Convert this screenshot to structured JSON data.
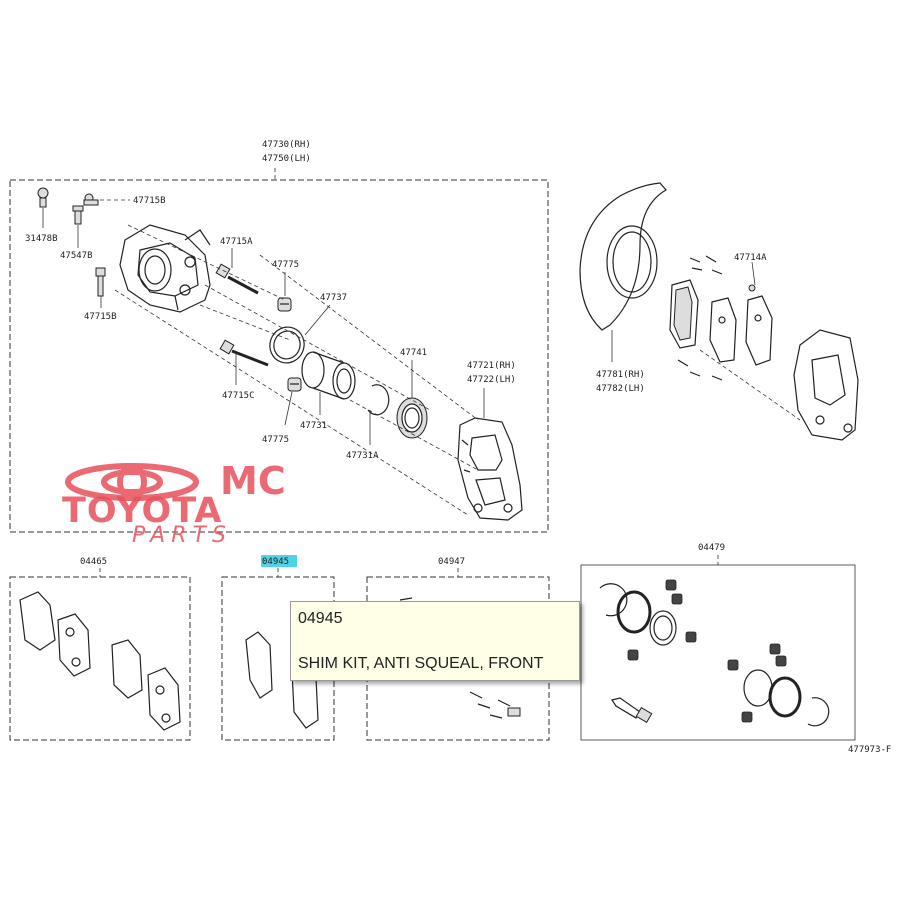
{
  "diagram_code": "477973-F",
  "labels": {
    "caliper_rh": "47730(RH)",
    "caliper_lh": "47750(LH)",
    "bleeder_plug": "31478B",
    "bleeder_cap": "47715B",
    "bushing_top": "47547B",
    "bolt_b": "47715B",
    "slide_pin_a": "47715A",
    "boot_top": "47775",
    "seal_ring": "47737",
    "slide_pin_b": "47715C",
    "boot_bottom": "47775",
    "piston": "47731",
    "set_ring": "47731A",
    "cylinder_boot": "47741",
    "mount_rh": "47721(RH)",
    "mount_lh": "47722(LH)",
    "dust_cover_rh": "47781(RH)",
    "dust_cover_lh": "47782(LH)",
    "pad_clip": "47714A"
  },
  "kits": {
    "pad_kit": "04465",
    "shim_kit": "04945",
    "fitting_kit": "04947",
    "cylinder_kit": "04479"
  },
  "tooltip": {
    "code": "04945",
    "description": "SHIM KIT, ANTI SQUEAL, FRONT"
  },
  "watermark": {
    "line1": "MC",
    "line2": "TOYOTA",
    "line3": "PARTS",
    "color": "#e8505a"
  }
}
